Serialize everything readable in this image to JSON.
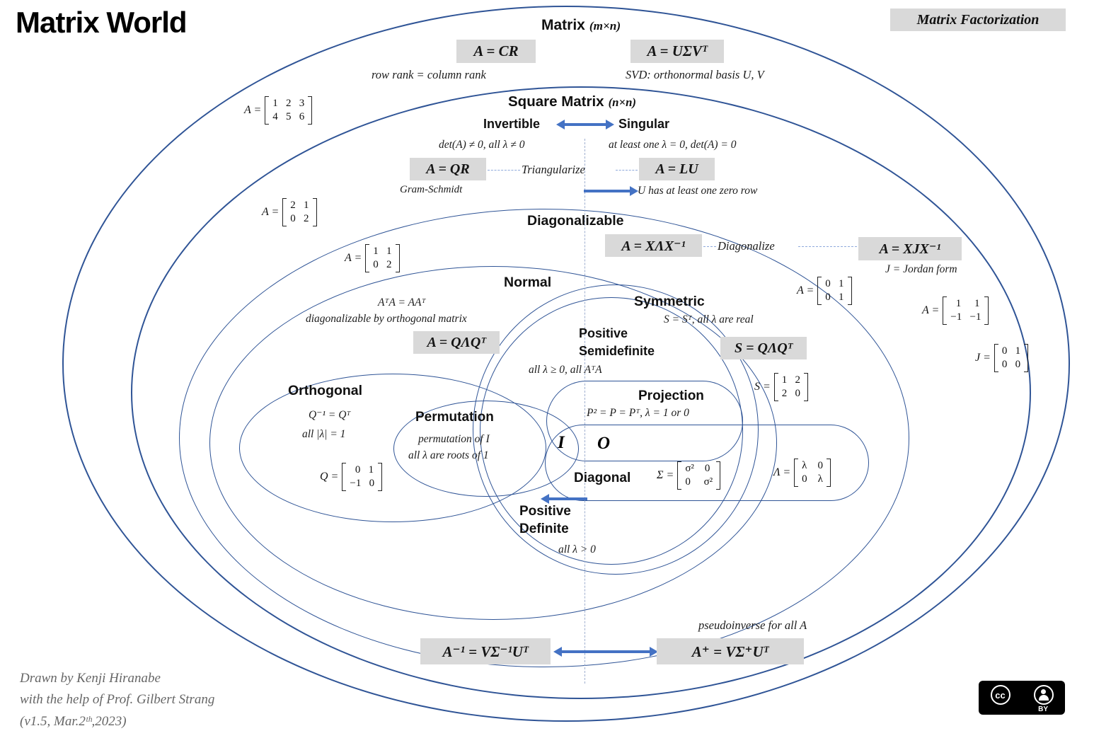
{
  "colors": {
    "ellipse_stroke": "#2f5496",
    "formula_box_bg": "#d9d9d9",
    "arrow_blue": "#4472c4",
    "text_dark": "#1a1a1a",
    "credits_gray": "#666666"
  },
  "header": {
    "title": "Matrix World",
    "badge": "Matrix Factorization"
  },
  "regions": {
    "matrix": {
      "label": "Matrix",
      "dims": "(m×n)"
    },
    "square": {
      "label": "Square Matrix",
      "dims": "(n×n)"
    },
    "invertible": {
      "label": "Invertible",
      "note": "det(A) ≠ 0, all λ ≠ 0"
    },
    "singular": {
      "label": "Singular",
      "note": "at least one λ = 0, det(A)  =  0"
    },
    "diagonalizable": {
      "label": "Diagonalizable"
    },
    "normal": {
      "label": "Normal",
      "note1": "AᵀA = AAᵀ",
      "note2": "diagonalizable by orthogonal matrix"
    },
    "symmetric": {
      "label": "Symmetric",
      "note": "S = Sᵀ, all λ are real"
    },
    "positive_semidefinite": {
      "label1": "Positive",
      "label2": "Semidefinite",
      "note": "all λ ≥ 0, all AᵀA"
    },
    "projection": {
      "label": "Projection",
      "note": "P² = P = Pᵀ, λ = 1 or 0"
    },
    "orthogonal": {
      "label": "Orthogonal",
      "note1": "Q⁻¹ = Qᵀ",
      "note2": "all  |λ| = 1"
    },
    "permutation": {
      "label": "Permutation",
      "note1": "permutation of I",
      "note2": "all  λ are roots of 1"
    },
    "diagonal": {
      "label": "Diagonal"
    },
    "positive_definite": {
      "label1": "Positive",
      "label2": "Definite",
      "note": "all λ > 0"
    },
    "identity": "I",
    "zero": "O"
  },
  "formulas": {
    "cr": "A = CR",
    "cr_note": "row rank = column rank",
    "svd": "A = UΣVᵀ",
    "svd_note": "SVD:  orthonormal basis U, V",
    "qr": "A = QR",
    "qr_note": "Gram-Schmidt",
    "triangularize": "Triangularize",
    "lu": "A = LU",
    "lu_note": "U has at least one  zero row",
    "diagonalize_formula": "A = XΛX⁻¹",
    "diagonalize": "Diagonalize",
    "jordan": "A = XJX⁻¹",
    "jordan_note": "J = Jordan form",
    "spectral_normal": "A = QΛQᵀ",
    "spectral_symmetric": "S = QΛQᵀ",
    "inverse": "A⁻¹ = VΣ⁻¹Uᵀ",
    "pseudoinverse": "A⁺ = VΣ⁺Uᵀ",
    "pseudoinverse_note": "pseudoinverse for all A"
  },
  "matrices": {
    "rect_example": {
      "label": "A =",
      "rows": [
        "1   2   3",
        "4   5   6"
      ]
    },
    "square_example": {
      "label": "A =",
      "rows": [
        "2   1",
        "0   2"
      ]
    },
    "diagonalizable_example": {
      "label": "A =",
      "rows": [
        "1   1",
        "0   2"
      ]
    },
    "singular_diagonalizable_example": {
      "label": "A =",
      "rows": [
        "0   1",
        "0   1"
      ]
    },
    "nondiagonalizable_example": {
      "label": "A =",
      "rows": [
        "  1     1",
        "−1   −1"
      ]
    },
    "jordan_example": {
      "label": "J =",
      "rows": [
        "0   1",
        "0   0"
      ]
    },
    "symmetric_example": {
      "label": "S =",
      "rows": [
        "1   2",
        "2   0"
      ]
    },
    "orthogonal_example": {
      "label": "Q =",
      "rows": [
        "  0   1",
        "−1   0"
      ]
    },
    "sigma_example": {
      "label": "Σ =",
      "rows": [
        "σ²    0",
        "0     σ²"
      ]
    },
    "lambda_example": {
      "label": "Λ =",
      "rows": [
        "λ    0",
        "0    λ"
      ]
    }
  },
  "credits": {
    "line1": "Drawn by Kenji Hiranabe",
    "line2": "with the help of Prof. Gilbert Strang",
    "line3": "(v1.5, Mar.2ᵗʰ,2023)"
  },
  "license": {
    "cc": "cc",
    "by": "BY"
  }
}
